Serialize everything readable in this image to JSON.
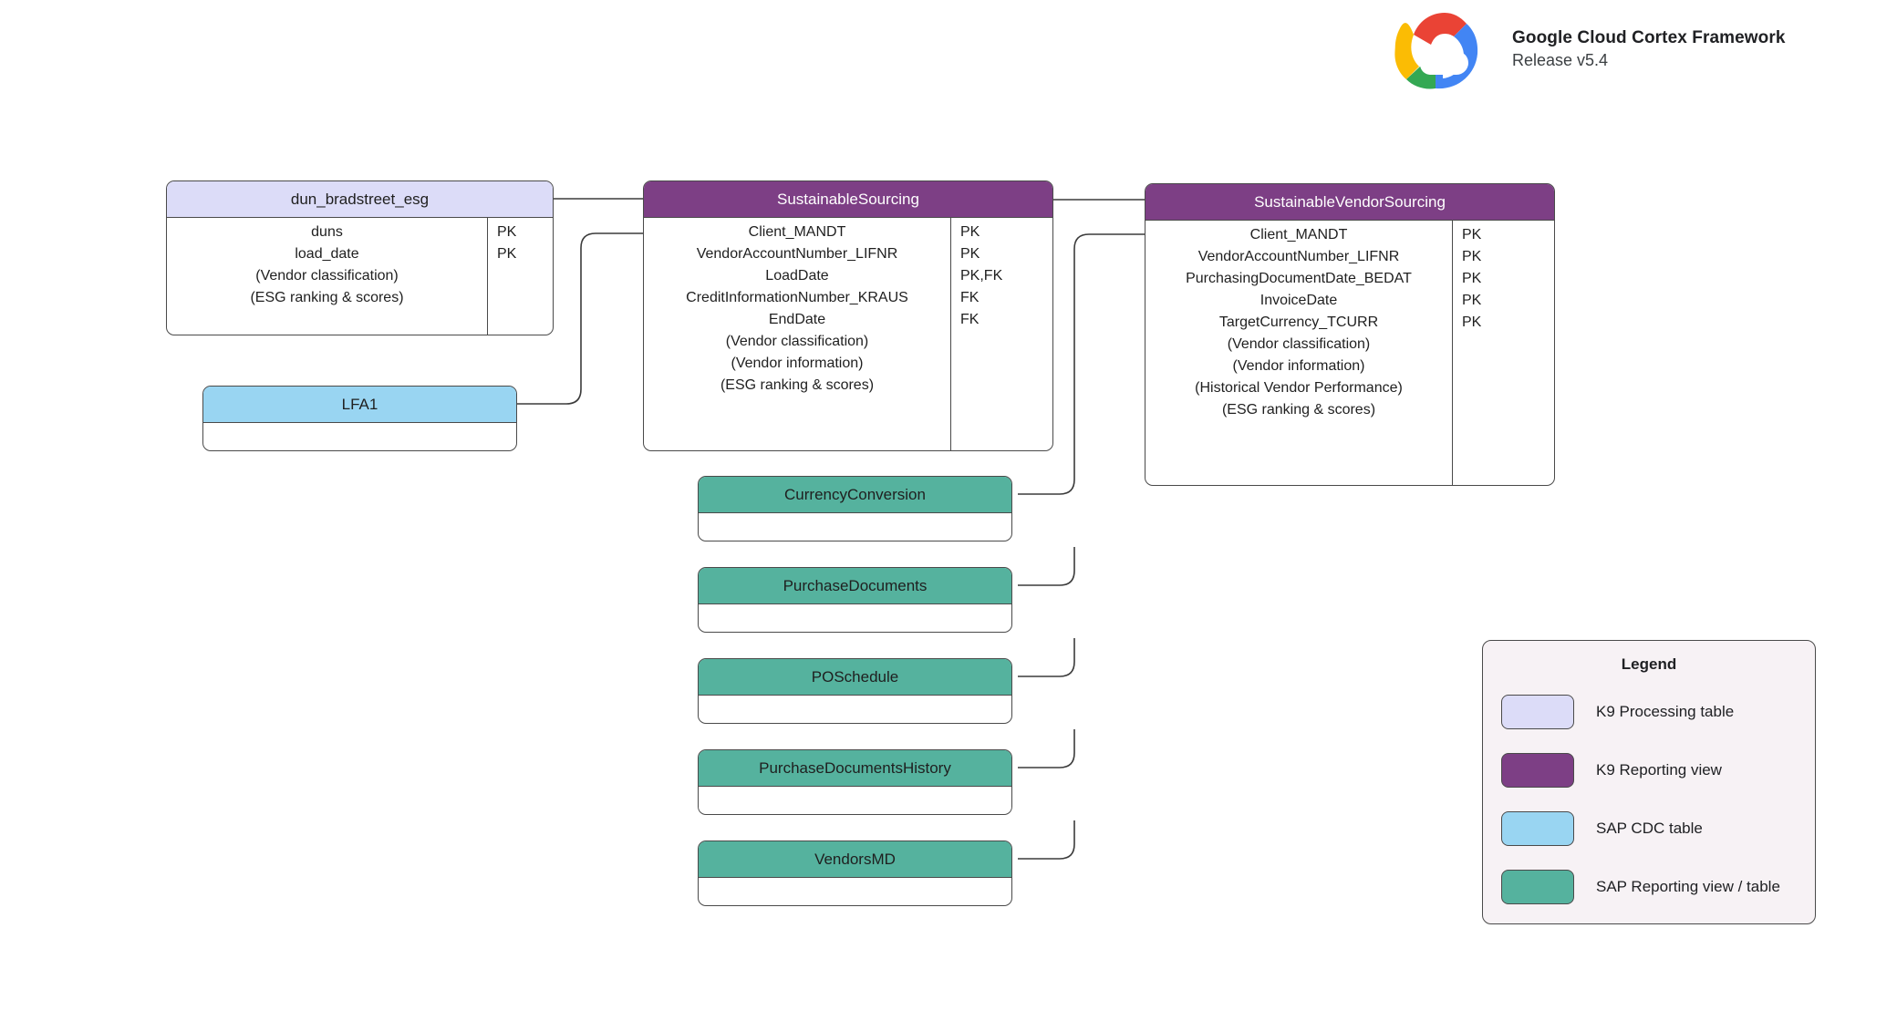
{
  "brand": {
    "logo_icon": "google-cloud-logo",
    "title": "Google Cloud Cortex Framework",
    "release": "Release v5.4"
  },
  "diagram": {
    "type": "entity-relationship",
    "entities": [
      {
        "id": "dun_bradstreet_esg",
        "name": "dun_bradstreet_esg",
        "kind": "k9-table",
        "fields": [
          {
            "name": "duns",
            "key": "PK"
          },
          {
            "name": "load_date",
            "key": "PK"
          },
          {
            "name": "(Vendor classification)",
            "key": ""
          },
          {
            "name": "(ESG ranking & scores)",
            "key": ""
          }
        ]
      },
      {
        "id": "LFA1",
        "name": "LFA1",
        "kind": "sap-cdc",
        "fields": []
      },
      {
        "id": "SustainableSourcing",
        "name": "SustainableSourcing",
        "kind": "k9-view",
        "fields": [
          {
            "name": "Client_MANDT",
            "key": "PK"
          },
          {
            "name": "VendorAccountNumber_LIFNR",
            "key": "PK"
          },
          {
            "name": "LoadDate",
            "key": "PK,FK"
          },
          {
            "name": "CreditInformationNumber_KRAUS",
            "key": "FK"
          },
          {
            "name": "EndDate",
            "key": "FK"
          },
          {
            "name": "(Vendor classification)",
            "key": ""
          },
          {
            "name": "(Vendor information)",
            "key": ""
          },
          {
            "name": "(ESG ranking & scores)",
            "key": ""
          }
        ]
      },
      {
        "id": "SustainableVendorSourcing",
        "name": "SustainableVendorSourcing",
        "kind": "k9-view",
        "fields": [
          {
            "name": "Client_MANDT",
            "key": "PK"
          },
          {
            "name": "VendorAccountNumber_LIFNR",
            "key": "PK"
          },
          {
            "name": "PurchasingDocumentDate_BEDAT",
            "key": "PK"
          },
          {
            "name": "InvoiceDate",
            "key": "PK"
          },
          {
            "name": "TargetCurrency_TCURR",
            "key": "PK"
          },
          {
            "name": "(Vendor classification)",
            "key": ""
          },
          {
            "name": "(Vendor information)",
            "key": ""
          },
          {
            "name": "(Historical Vendor Performance)",
            "key": ""
          },
          {
            "name": "(ESG ranking & scores)",
            "key": ""
          }
        ]
      },
      {
        "id": "CurrencyConversion",
        "name": "CurrencyConversion",
        "kind": "sap-report",
        "fields": []
      },
      {
        "id": "PurchaseDocuments",
        "name": "PurchaseDocuments",
        "kind": "sap-report",
        "fields": []
      },
      {
        "id": "POSchedule",
        "name": "POSchedule",
        "kind": "sap-report",
        "fields": []
      },
      {
        "id": "PurchaseDocumentsHistory",
        "name": "PurchaseDocumentsHistory",
        "kind": "sap-report",
        "fields": []
      },
      {
        "id": "VendorsMD",
        "name": "VendorsMD",
        "kind": "sap-report",
        "fields": []
      }
    ],
    "relationships": [
      {
        "from": "dun_bradstreet_esg",
        "to": "SustainableSourcing"
      },
      {
        "from": "LFA1",
        "to": "SustainableSourcing"
      },
      {
        "from": "SustainableSourcing",
        "to": "SustainableVendorSourcing"
      },
      {
        "from": "CurrencyConversion",
        "to": "SustainableVendorSourcing"
      },
      {
        "from": "PurchaseDocuments",
        "to": "SustainableVendorSourcing"
      },
      {
        "from": "POSchedule",
        "to": "SustainableVendorSourcing"
      },
      {
        "from": "PurchaseDocumentsHistory",
        "to": "SustainableVendorSourcing"
      },
      {
        "from": "VendorsMD",
        "to": "SustainableVendorSourcing"
      }
    ]
  },
  "legend": {
    "title": "Legend",
    "items": [
      {
        "label": "K9 Processing table",
        "color": "#dcdcf8"
      },
      {
        "label": "K9 Reporting view",
        "color": "#7d3f85"
      },
      {
        "label": "SAP CDC table",
        "color": "#99d5f2"
      },
      {
        "label": "SAP Reporting view / table",
        "color": "#55b29e"
      }
    ]
  },
  "colors": {
    "k9_processing_table": "#dcdcf8",
    "k9_reporting_view": "#7d3f85",
    "sap_cdc_table": "#99d5f2",
    "sap_reporting_view": "#55b29e",
    "legend_background": "#f7f2f5",
    "stroke": "#4a4a4a",
    "canvas": "#ffffff"
  }
}
